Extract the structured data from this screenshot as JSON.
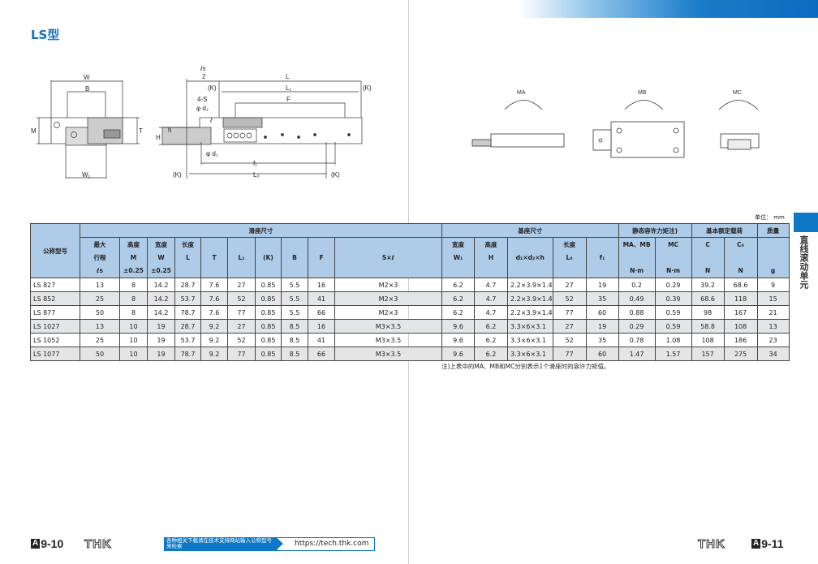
{
  "page_title": "LS型",
  "unit_label": "单位： mm",
  "side_tab": "直线滚动单元",
  "drawing_labels": {
    "W": "W",
    "B": "B",
    "M": "M",
    "T": "T",
    "W1": "W₁",
    "ls2_top": "ℓs",
    "ls2_bottom": "2",
    "L": "L",
    "K_left_top": "(K)",
    "K_right_top": "(K)",
    "L1": "L₁",
    "S": "4-S",
    "F": "F",
    "d2": "φ d₂",
    "l": "ℓ",
    "h": "h",
    "H": "H",
    "d1": "φ d₁",
    "f1": "f₁",
    "K_left_bot": "(K)",
    "Lo": "L₀",
    "K_right_bot": "(K)",
    "MA": "MA",
    "MB": "MB",
    "MC": "MC"
  },
  "table": {
    "model_header": "公称型号",
    "slider_group": "滑座尺寸",
    "base_group": "基座尺寸",
    "moment_group": "静态容许力矩注)",
    "load_group": "基本额定载荷",
    "mass_header": "质量",
    "sub": {
      "stroke": [
        "最大",
        "行程",
        "ℓs"
      ],
      "M": [
        "高度",
        "M",
        "±0.25"
      ],
      "W": [
        "宽度",
        "W",
        "±0.25"
      ],
      "L": [
        "长度",
        "L"
      ],
      "T": "T",
      "L1": "L₁",
      "K": "(K)",
      "B": "B",
      "F": "F",
      "S": "S×ℓ",
      "W1": [
        "宽度",
        "W₁"
      ],
      "H": [
        "高度",
        "H"
      ],
      "d": "d₁×d₂×h",
      "Lo": [
        "长度",
        "L₀"
      ],
      "f1": "f₁",
      "MAMB": [
        "MA、MB",
        "N·m"
      ],
      "MC": [
        "MC",
        "N·m"
      ],
      "C": [
        "C",
        "N"
      ],
      "C0": [
        "C₀",
        "N"
      ],
      "g": "g"
    },
    "rows": [
      [
        "LS 827",
        "13",
        "8",
        "14.2",
        "28.7",
        "7.6",
        "27",
        "0.85",
        "5.5",
        "16",
        "M2×3",
        "6.2",
        "4.7",
        "2.2×3.9×1.4",
        "27",
        "19",
        "0.2",
        "0.29",
        "39.2",
        "68.6",
        "9"
      ],
      [
        "LS 852",
        "25",
        "8",
        "14.2",
        "53.7",
        "7.6",
        "52",
        "0.85",
        "5.5",
        "41",
        "M2×3",
        "6.2",
        "4.7",
        "2.2×3.9×1.4",
        "52",
        "35",
        "0.49",
        "0.39",
        "68.6",
        "118",
        "15"
      ],
      [
        "LS 877",
        "50",
        "8",
        "14.2",
        "78.7",
        "7.6",
        "77",
        "0.85",
        "5.5",
        "66",
        "M2×3",
        "6.2",
        "4.7",
        "2.2×3.9×1.4",
        "77",
        "60",
        "0.88",
        "0.59",
        "98",
        "167",
        "21"
      ],
      [
        "LS 1027",
        "13",
        "10",
        "19",
        "28.7",
        "9.2",
        "27",
        "0.85",
        "8.5",
        "16",
        "M3×3.5",
        "9.6",
        "6.2",
        "3.3×6×3.1",
        "27",
        "19",
        "0.29",
        "0.59",
        "58.8",
        "108",
        "13"
      ],
      [
        "LS 1052",
        "25",
        "10",
        "19",
        "53.7",
        "9.2",
        "52",
        "0.85",
        "8.5",
        "41",
        "M3×3.5",
        "9.6",
        "6.2",
        "3.3×6×3.1",
        "52",
        "35",
        "0.78",
        "1.08",
        "108",
        "186",
        "23"
      ],
      [
        "LS 1077",
        "50",
        "10",
        "19",
        "78.7",
        "9.2",
        "77",
        "0.85",
        "8.5",
        "66",
        "M3×3.5",
        "9.6",
        "6.2",
        "3.3×6×3.1",
        "77",
        "60",
        "1.47",
        "1.57",
        "157",
        "275",
        "34"
      ]
    ]
  },
  "note": "注)上表中的MA、MB和MC分别表示1个滑座时的容许力矩值。",
  "footer": {
    "left_page": "9-10",
    "right_page": "9-11",
    "section_letter": "A",
    "logo": "THK",
    "banner": "各种相关下载请在技术支持网站输入公称型号来检索",
    "url": "https://tech.thk.com"
  }
}
